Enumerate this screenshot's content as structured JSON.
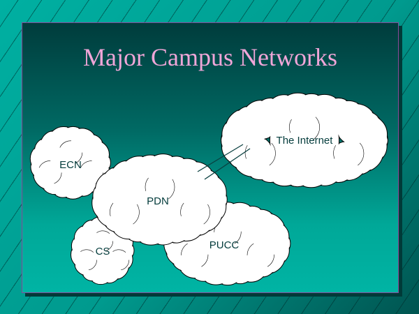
{
  "slide": {
    "title": "Major Campus Networks",
    "networks": {
      "ecn": "ECN",
      "pdn": "PDN",
      "internet": "The Internet",
      "cs": "CS",
      "pucc": "PUCC"
    },
    "connections": [
      [
        "PDN",
        "The Internet"
      ]
    ]
  }
}
